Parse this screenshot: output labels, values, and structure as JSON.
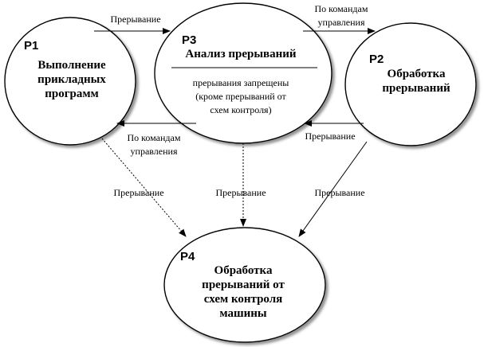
{
  "nodes": {
    "p1": {
      "id": "P1",
      "title": [
        "Выполнение",
        "прикладных",
        "программ"
      ]
    },
    "p2": {
      "id": "P2",
      "title": [
        "Обработка",
        "прерываний"
      ]
    },
    "p3": {
      "id": "P3",
      "title": "Анализ прерываний",
      "subtitle": [
        "прерывания запрещены",
        "(кроме прерываний от",
        "схем контроля)"
      ]
    },
    "p4": {
      "id": "P4",
      "title": [
        "Обработка",
        "прерываний от",
        "схем контроля",
        "машины"
      ]
    }
  },
  "edges": {
    "p1_to_p3": "Прерывание",
    "p3_to_p2": [
      "По командам",
      "управления"
    ],
    "p3_to_p1": [
      "По командам",
      "управления"
    ],
    "p2_to_p3": "Прерывание",
    "p1_to_p4": "Прерывание",
    "p3_to_p4": "Прерывание",
    "p2_to_p4": "Прерывание"
  }
}
